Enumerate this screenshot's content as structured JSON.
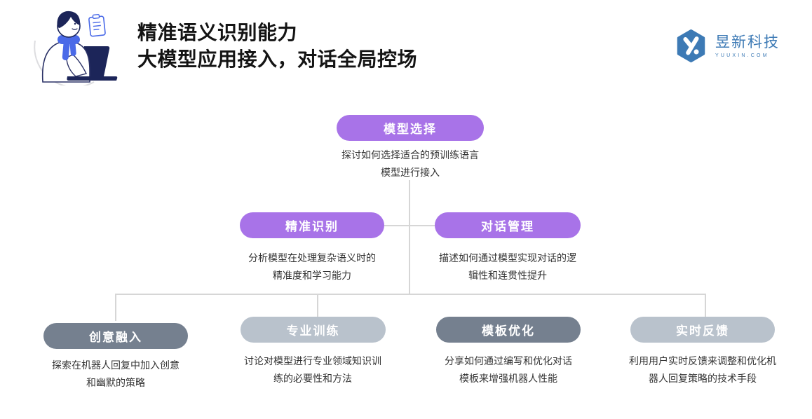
{
  "page": {
    "background": "#ffffff"
  },
  "header": {
    "title_line1": "精准语义识别能力",
    "title_line2": "大模型应用接入，对话全局控场",
    "logo": {
      "company": "昱新科技",
      "domain": "YUUXIN.COM"
    },
    "illustration": "person-typing-on-laptop-with-notepad"
  },
  "colors": {
    "accent_purple": "#a873e8",
    "dark_slate": "#75808f",
    "light_gray": "#b9c2cc",
    "connector_line": "#d6d6d6",
    "logo_blue": "#3d7ab5",
    "illustration_blue": "#4a6ae8",
    "illustration_navy": "#1c2559",
    "title_text": "#141414",
    "body_text": "#333333"
  },
  "diagram": {
    "root": {
      "label": "模型选择",
      "description": "探讨如何选择适合的预训练语言\n模型进行接入",
      "color": "#a873e8"
    },
    "branches": [
      {
        "label": "精准识别",
        "description": "分析模型在处理复杂语义时的\n精准度和学习能力",
        "color": "#a873e8"
      },
      {
        "label": "对话管理",
        "description": "描述如何通过模型实现对话的逻\n辑性和连贯性提升",
        "color": "#a873e8"
      }
    ],
    "leaves": [
      {
        "label": "创意融入",
        "description": "探索在机器人回复中加入创意\n和幽默的策略",
        "color": "#75808f"
      },
      {
        "label": "专业训练",
        "description": "讨论对模型进行专业领域知识训\n练的必要性和方法",
        "color": "#b9c2cc"
      },
      {
        "label": "模板优化",
        "description": "分享如何通过编写和优化对话\n模板来增强机器人性能",
        "color": "#75808f"
      },
      {
        "label": "实时反馈",
        "description": "利用用户实时反馈来调整和优化机\n器人回复策略的技术手段",
        "color": "#b9c2cc"
      }
    ]
  }
}
